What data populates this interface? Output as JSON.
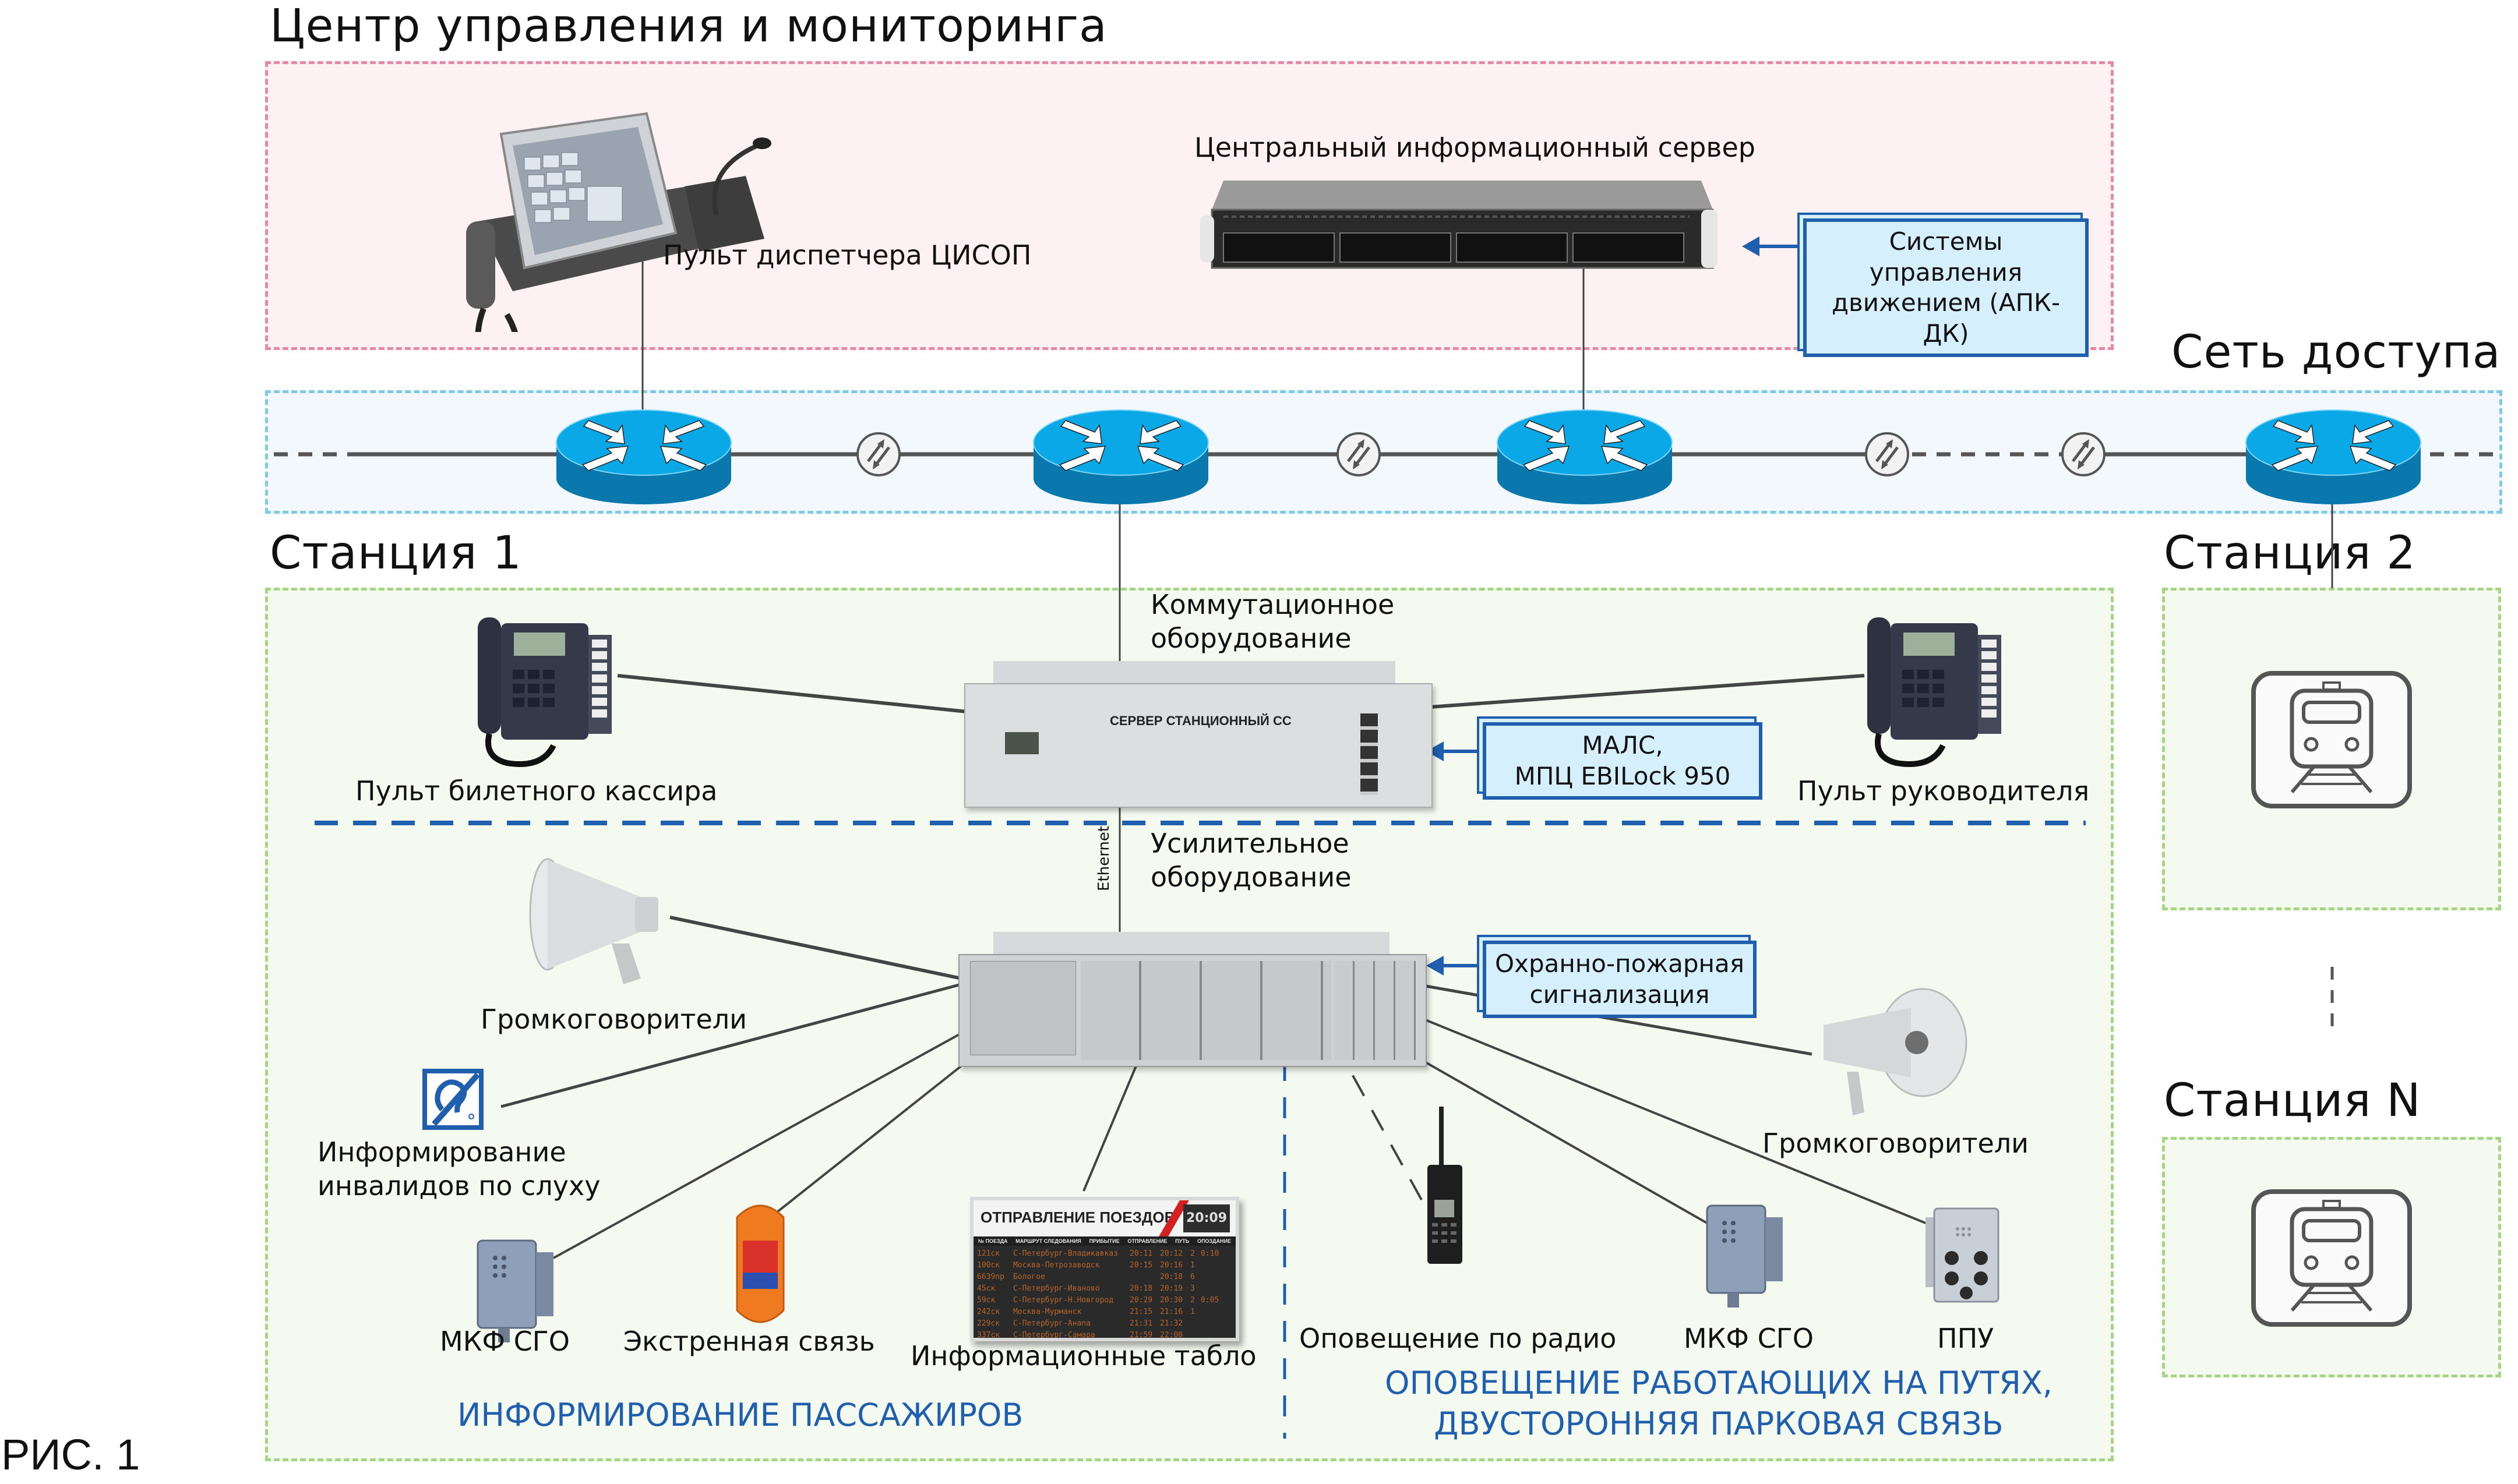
{
  "figure_label": "РИС. 1",
  "control_center": {
    "title": "Центр управления и мониторинга",
    "dispatcher_console_label": "Пульт диспетчера ЦИСОП",
    "central_server_label": "Центральный информационный сервер",
    "callout_traffic_control": [
      "Системы управления",
      "движением (АПК-ДК)"
    ]
  },
  "access_network": {
    "title": "Сеть доступа",
    "routers": [
      "router-1",
      "router-2",
      "router-3",
      "router-4"
    ],
    "wireless_links": [
      "link-1",
      "link-2",
      "link-3",
      "link-4"
    ]
  },
  "station1": {
    "title": "Станция 1",
    "switching_equipment_label": [
      "Коммутационное",
      "оборудование"
    ],
    "station_server_panel_text": "СЕРВЕР СТАНЦИОННЫЙ СС",
    "ticket_cashier_label": "Пульт билетного кассира",
    "manager_console_label": "Пульт руководителя",
    "callout_interlocking": [
      "МАЛС,",
      "МПЦ EBILock 950"
    ],
    "ethernet_label": "Ethernet",
    "amplifier_equipment_label": [
      "Усилительное",
      "оборудование"
    ],
    "callout_fire_alarm": [
      "Охранно-пожарная",
      "сигнализация"
    ],
    "loudspeakers_left_label": "Громкоговорители",
    "loudspeakers_right_label": "Громкоговорители",
    "hearing_impaired_label": [
      "Информирование",
      "инвалидов по слуху"
    ],
    "mkf_sgo_left_label": "МКФ СГО",
    "emergency_label": "Экстренная связь",
    "info_boards_label": "Информационные табло",
    "radio_label": "Оповещение по радио",
    "mkf_sgo_right_label": "МКФ СГО",
    "ppu_label": "ППУ",
    "passenger_info_section": "ИНФОРМИРОВАНИЕ ПАССАЖИРОВ",
    "track_workers_section": [
      "ОПОВЕЩЕНИЕ РАБОТАЮЩИХ НА ПУТЯХ,",
      "ДВУСТОРОННЯЯ ПАРКОВАЯ СВЯЗЬ"
    ],
    "departure_board": {
      "title": "ОТПРАВЛЕНИЕ ПОЕЗДОВ",
      "clock": "20:09",
      "columns": [
        "№ ПОЕЗДА",
        "МАРШРУТ СЛЕДОВАНИЯ",
        "ПРИБЫТИЕ",
        "ОТПРАВЛЕНИЕ",
        "ПУТЬ",
        "ОПОЗДАНИЕ"
      ],
      "rows": [
        {
          "train": "121ск",
          "route": "С-Петербург-Владикавказ",
          "arrival": "20:11",
          "departure": "20:12",
          "track": "2",
          "delay": "0:10"
        },
        {
          "train": "100ск",
          "route": "Москва-Петрозаводск",
          "arrival": "20:15",
          "departure": "20:16",
          "track": "1",
          "delay": ""
        },
        {
          "train": "6639пр",
          "route": "Бологое",
          "arrival": "",
          "departure": "20:18",
          "track": "6",
          "delay": ""
        },
        {
          "train": "45ск",
          "route": "С-Петербург-Иваново",
          "arrival": "20:18",
          "departure": "20:19",
          "track": "3",
          "delay": ""
        },
        {
          "train": "59ск",
          "route": "С-Петербург-Н.Новгород",
          "arrival": "20:29",
          "departure": "20:30",
          "track": "2",
          "delay": "0:05"
        },
        {
          "train": "242ск",
          "route": "Москва-Мурманск",
          "arrival": "21:15",
          "departure": "21:16",
          "track": "1",
          "delay": ""
        },
        {
          "train": "229ск",
          "route": "С-Петербург-Анапа",
          "arrival": "21:31",
          "departure": "21:32",
          "track": "",
          "delay": ""
        },
        {
          "train": "337ск",
          "route": "С-Петербург-Самара",
          "arrival": "21:59",
          "departure": "22:00",
          "track": "",
          "delay": ""
        }
      ]
    }
  },
  "station2": {
    "title": "Станция 2"
  },
  "stationN": {
    "title": "Станция N"
  },
  "colors": {
    "control_zone_border": "#e58aa4",
    "network_zone_border": "#7ecbe9",
    "station_zone_border": "#a6d683",
    "router_top": "#0aa8e6",
    "router_side": "#0a78ad",
    "callout_fill": "#d6effc",
    "accent_blue": "#1f5fae"
  }
}
